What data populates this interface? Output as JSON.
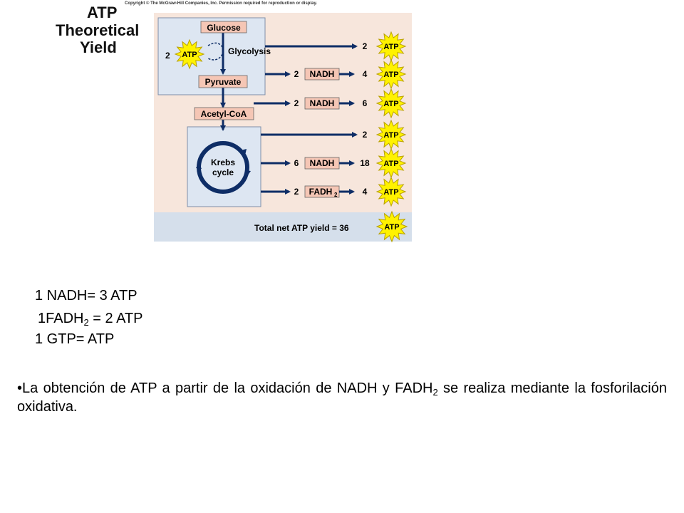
{
  "figure": {
    "copyright": "Copyright © The McGraw-Hill Companies, Inc. Permission required for reproduction or display.",
    "title_lines": [
      "ATP",
      "Theoretical",
      "Yield"
    ],
    "atp_label": "ATP",
    "glucose": "Glucose",
    "glycolysis": "Glycolysis",
    "pyruvate": "Pyruvate",
    "acetyl_coa": "Acetyl-CoA",
    "krebs_lines": [
      "Krebs",
      "cycle"
    ],
    "glycolysis_input": "2",
    "nadh": "NADH",
    "fadh_base": "FADH",
    "fadh_sub": "2",
    "rows": [
      {
        "carrier_count": "",
        "carrier": "",
        "atp": "2"
      },
      {
        "carrier_count": "2",
        "carrier": "NADH",
        "atp": "4"
      },
      {
        "carrier_count": "2",
        "carrier": "NADH",
        "atp": "6"
      },
      {
        "carrier_count": "",
        "carrier": "",
        "atp": "2"
      },
      {
        "carrier_count": "6",
        "carrier": "NADH",
        "atp": "18"
      },
      {
        "carrier_count": "2",
        "carrier": "FADH2",
        "atp": "4"
      }
    ],
    "total": "Total net ATP yield = 36"
  },
  "notes": {
    "nadh_eq": "1 NADH= 3 ATP",
    "fadh_prefix": "1FADH",
    "fadh_sub": "2",
    "fadh_suffix": " = 2 ATP",
    "gtp_eq": "1 GTP= ATP"
  },
  "bullet": {
    "part1": "•La obtención de ATP a partir de la oxidación de NADH y FADH",
    "sub": "2",
    "part2": " se realiza mediante la fosforilación oxidativa."
  },
  "colors": {
    "panel_bg": "#f7e6dc",
    "inner_box": "#dde6f2",
    "footer_bar": "#d5dfeb",
    "label_box": "#f5c6b5",
    "arrow": "#0e2d66",
    "star_fill": "#fff200",
    "star_stroke": "#b8a000"
  }
}
